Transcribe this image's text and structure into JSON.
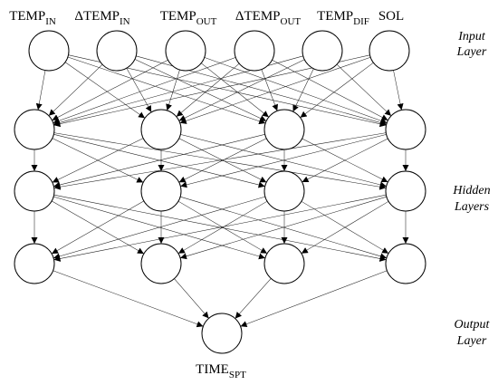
{
  "inputs": [
    {
      "main": "TEMP",
      "sub": "IN"
    },
    {
      "main": "ΔTEMP",
      "sub": "IN"
    },
    {
      "main": "TEMP",
      "sub": "OUT"
    },
    {
      "main": "ΔTEMP",
      "sub": "OUT"
    },
    {
      "main": "TEMP",
      "sub": "DIF"
    },
    {
      "main": "SOL",
      "sub": ""
    }
  ],
  "output": {
    "main": "TIME",
    "sub": "SPT"
  },
  "layers": {
    "input": [
      "Input",
      "Layer"
    ],
    "hidden": [
      "Hidden",
      "Layers"
    ],
    "output": [
      "Output",
      "Layer"
    ]
  },
  "hidden_layer_sizes": [
    4,
    4,
    4
  ]
}
